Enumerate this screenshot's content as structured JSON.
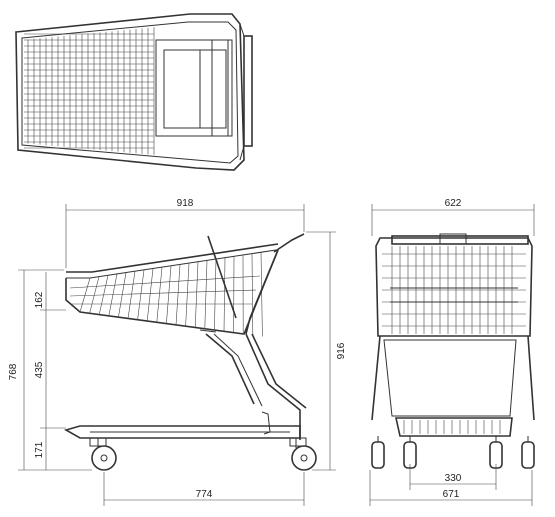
{
  "dimensions": {
    "overall_length": "918",
    "overall_width": "622",
    "overall_height": "916",
    "handle_height": "768",
    "basket_depth": "162",
    "basket_clearance": "435",
    "base_height": "171",
    "wheelbase": "774",
    "base_width": "671",
    "front_wheel_track": "330"
  }
}
